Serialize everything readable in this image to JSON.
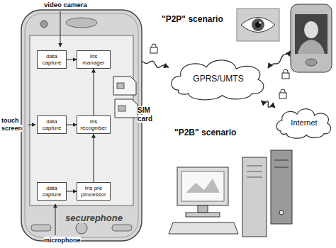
{
  "diagram": {
    "nodes": [
      {
        "text": [
          "securephone"
        ]
      },
      {
        "text": [
          "data capture"
        ],
        "in": 0
      },
      {
        "text": [
          "Iris manager"
        ],
        "in": 0
      },
      {
        "text": [
          "data capture"
        ],
        "in": 0
      },
      {
        "text": [
          "Iris recogniser"
        ],
        "in": 0
      },
      {
        "text": [
          "data capture"
        ],
        "in": 0
      },
      {
        "text": [
          "Iris pre processor"
        ],
        "in": 0
      },
      {
        "text": [
          "GPRS/UMTS"
        ]
      },
      {
        "text": [
          "Internet"
        ]
      }
    ],
    "edges": [
      {
        "from": 1,
        "to": 2,
        "arrow": "to"
      },
      {
        "from": 3,
        "to": 4,
        "arrow": "to"
      },
      {
        "from": 5,
        "to": 6,
        "arrow": "to"
      },
      {
        "from": 6,
        "to": 4,
        "arrow": "to"
      },
      {
        "from": 4,
        "to": 2,
        "arrow": "to"
      },
      {
        "from": 0,
        "to": 7,
        "arrow": "to"
      },
      {
        "from": 7,
        "to": 8,
        "arrow": "both"
      }
    ],
    "labels": [
      "video camera",
      "touch screen",
      "microphone",
      "SIM card",
      "\"P2P\" scenario",
      "\"P2B\" scenario"
    ]
  }
}
